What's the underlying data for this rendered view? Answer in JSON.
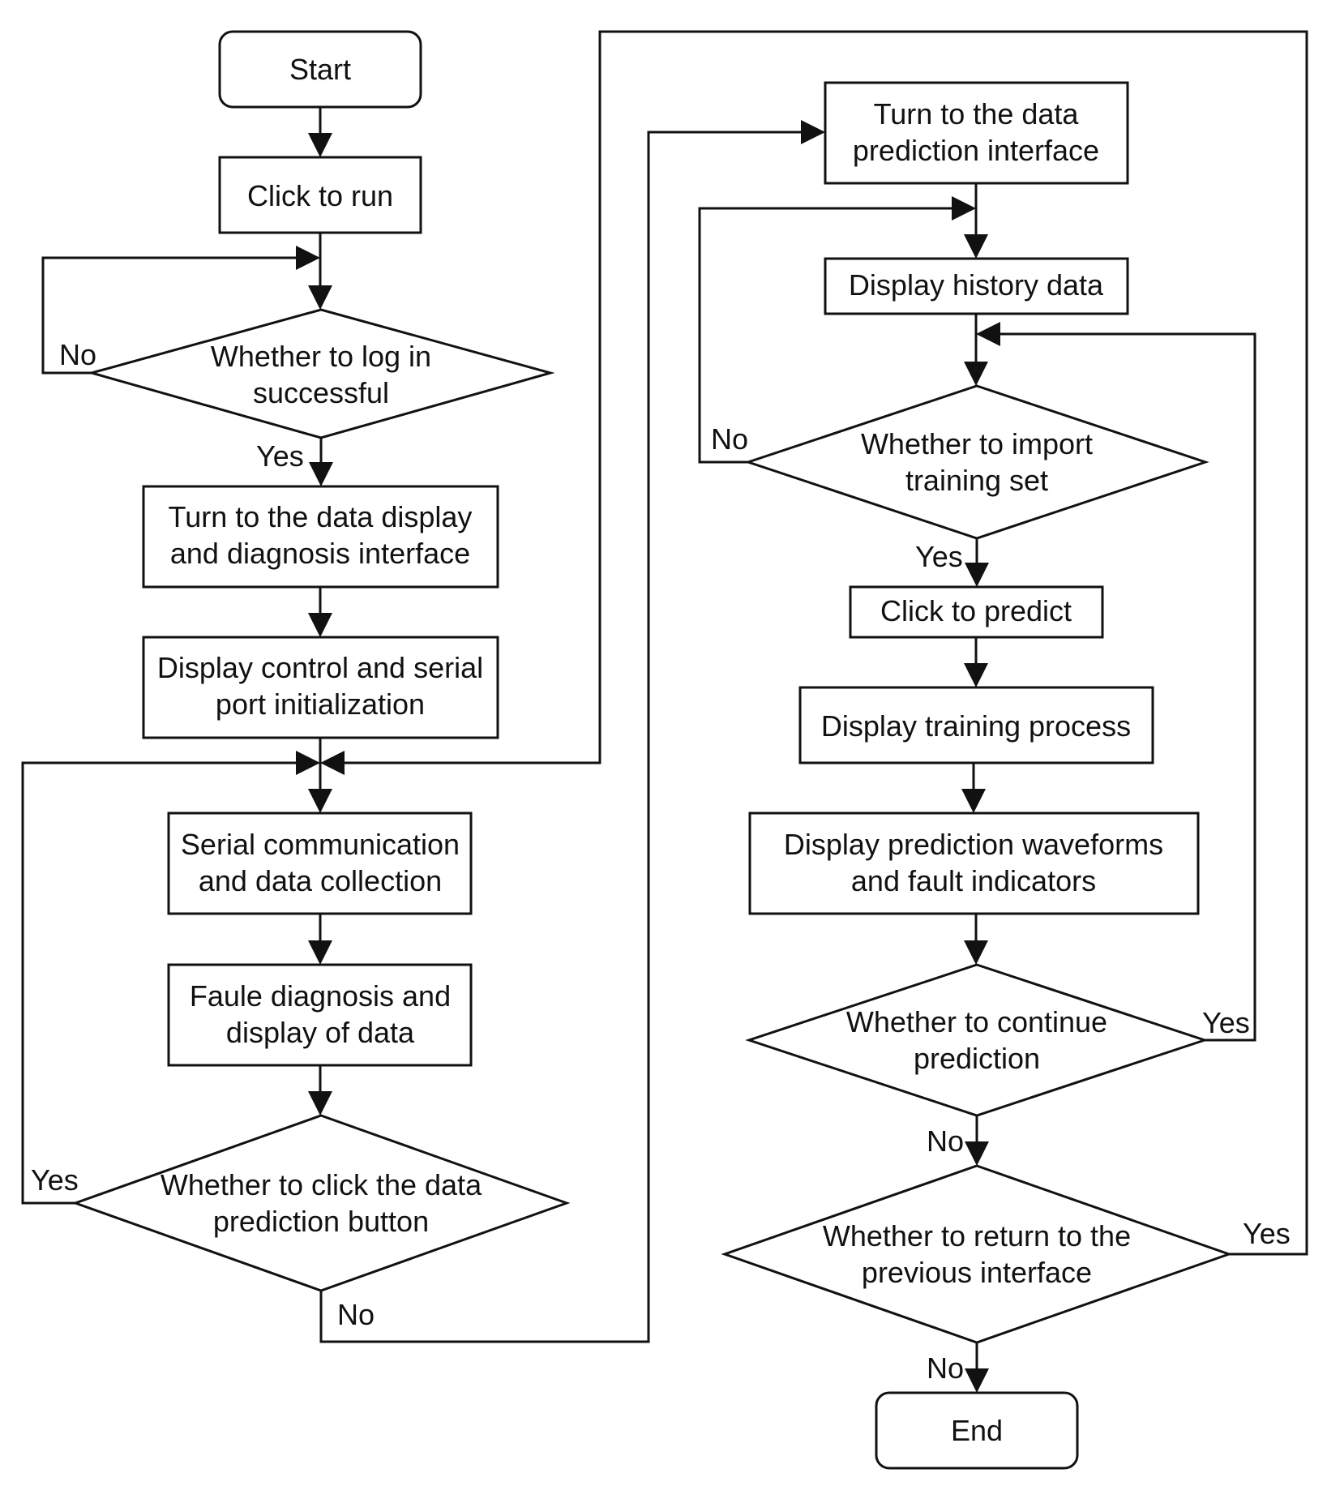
{
  "nodes": {
    "start": "Start",
    "click_run": "Click to run",
    "login_q": [
      "Whether to log in",
      "successful"
    ],
    "turn_display": [
      "Turn to the data display",
      "and diagnosis interface"
    ],
    "display_control": [
      "Display control and serial",
      "port initialization"
    ],
    "serial_comm": [
      "Serial communication",
      "and data collection"
    ],
    "fault_diag": [
      "Faule diagnosis and",
      "display of data"
    ],
    "click_predict_q": [
      "Whether to click the data",
      "prediction button"
    ],
    "turn_predict": [
      "Turn to the data",
      "prediction interface"
    ],
    "history": "Display history data",
    "import_q": [
      "Whether to import",
      "training set"
    ],
    "click_predict": "Click to predict",
    "training": "Display training process",
    "waveforms": [
      "Display prediction waveforms",
      "and fault indicators"
    ],
    "continue_q": [
      "Whether to continue",
      "prediction"
    ],
    "return_q": [
      "Whether to return to the",
      "previous interface"
    ],
    "end": "End"
  },
  "edge_labels": {
    "login_no": "No",
    "login_yes": "Yes",
    "click_predict_yes": "Yes",
    "click_predict_no": "No",
    "import_no": "No",
    "import_yes": "Yes",
    "continue_yes": "Yes",
    "continue_no": "No",
    "return_yes": "Yes",
    "return_no": "No"
  }
}
